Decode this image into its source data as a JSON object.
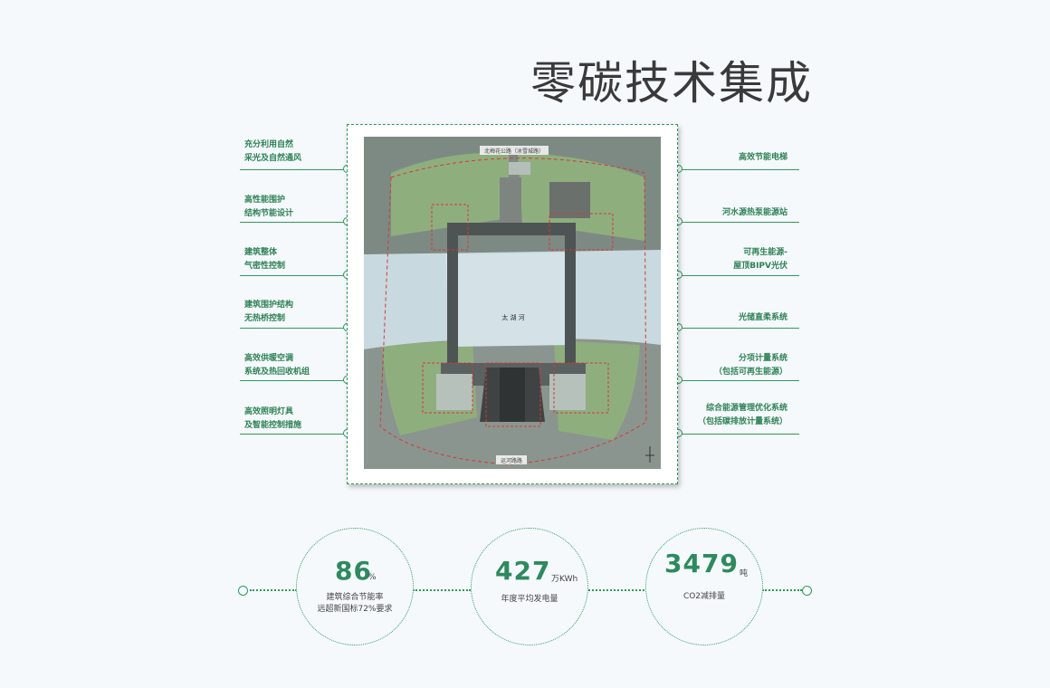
{
  "title": "零碳技术集成",
  "left_features": [
    {
      "line1": "充分利用自然",
      "line2": "采光及自然通风"
    },
    {
      "line1": "高性能围护",
      "line2": "结构节能设计"
    },
    {
      "line1": "建筑整体",
      "line2": "气密性控制"
    },
    {
      "line1": "建筑围护结构",
      "line2": "无热桥控制"
    },
    {
      "line1": "高效供暖空调",
      "line2": "系统及热回收机组"
    },
    {
      "line1": "高效照明灯具",
      "line2": "及智能控制措施"
    }
  ],
  "right_features": [
    {
      "line1": "高效节能电梯",
      "line2": ""
    },
    {
      "line1": "河水源热泵能源站",
      "line2": ""
    },
    {
      "line1": "可再生能源-",
      "line2": "屋顶BIPV光伏"
    },
    {
      "line1": "光储直柔系统",
      "line2": ""
    },
    {
      "line1": "分项计量系统",
      "line2": "（包括可再生能源）"
    },
    {
      "line1": "综合能源管理优化系统",
      "line2": "（包括碳排放计量系统）"
    }
  ],
  "map": {
    "north_road": "北梅花公路（冰雪城路）",
    "river": "太 湖 河",
    "south_road": "运河路路"
  },
  "stats": [
    {
      "value": "86",
      "unit": "%",
      "desc1": "建筑综合节能率",
      "desc2": "远超新国标72%要求"
    },
    {
      "value": "427",
      "unit": "万KWh",
      "desc1": "年度平均发电量",
      "desc2": ""
    },
    {
      "value": "3479",
      "unit": "吨",
      "desc1": "CO2减排量",
      "desc2": ""
    }
  ],
  "colors": {
    "accent": "#2e9a5e",
    "text_green": "#2e8255",
    "title": "#3a3a3a",
    "bg": "#f5f9fc"
  }
}
